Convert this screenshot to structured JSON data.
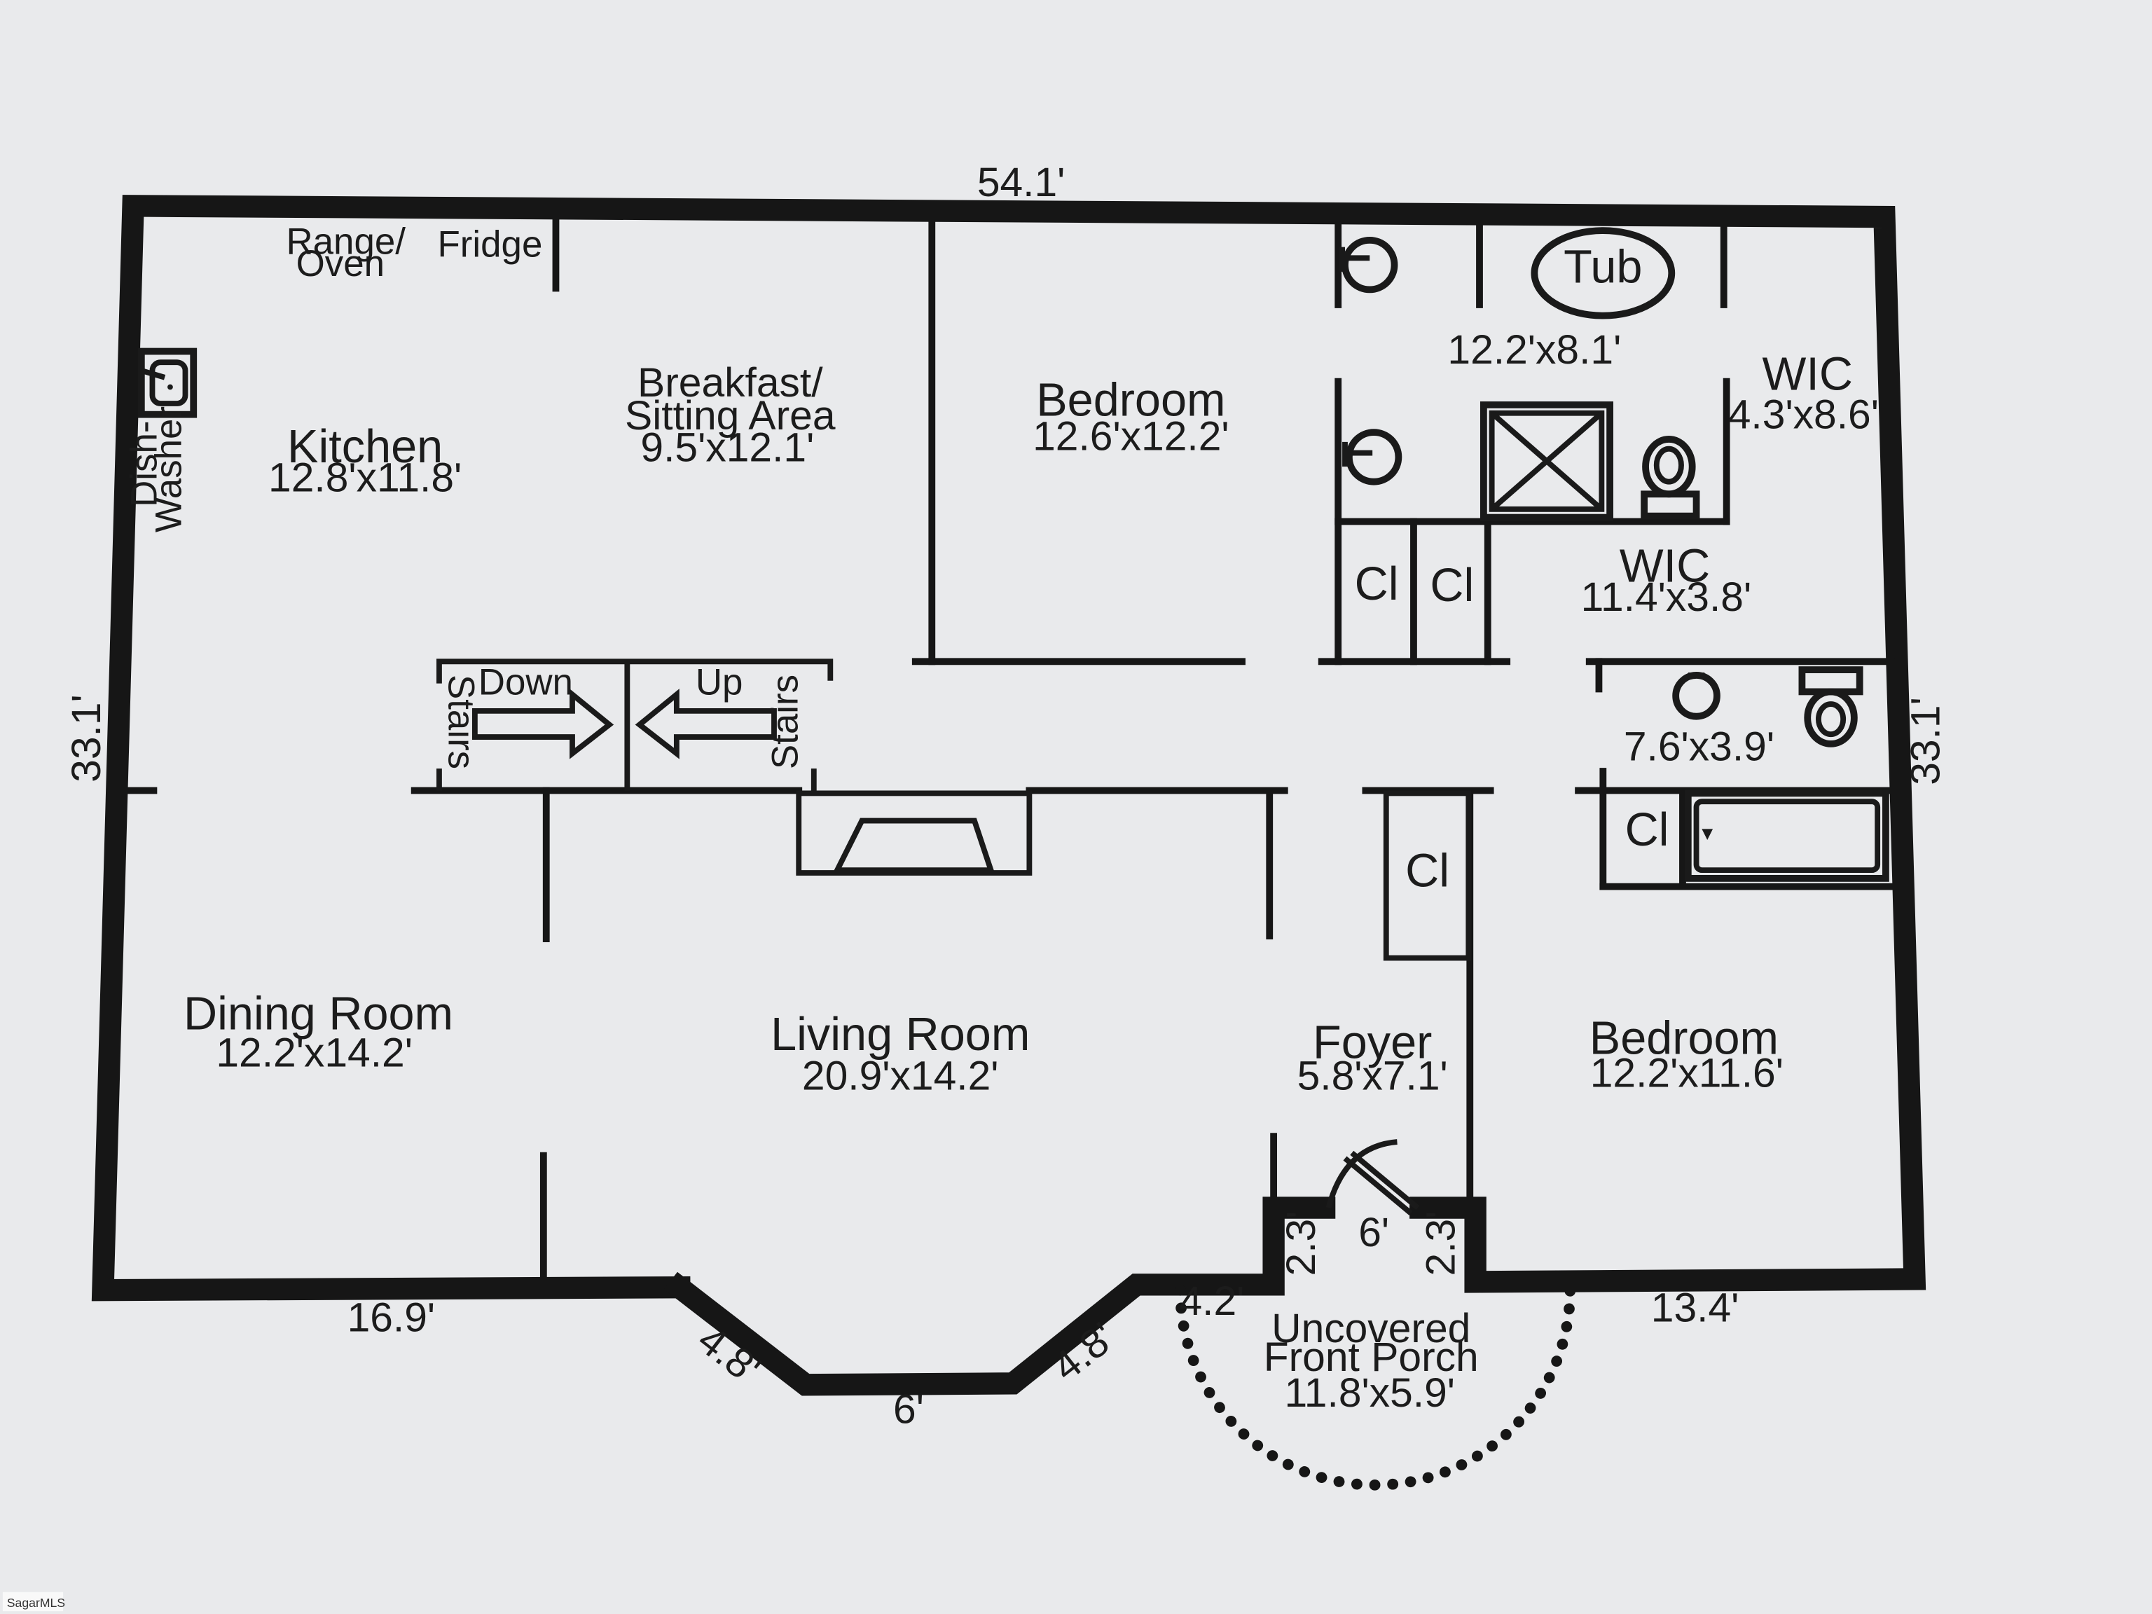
{
  "plan": {
    "dimensions": {
      "top": "54.1'",
      "left": "33.1'",
      "right": "33.1'",
      "bottom_left": "16.9'",
      "bay_left": "4.8'",
      "bay_center": "6'",
      "bay_right": "4.8'",
      "porch_side": "4.2'",
      "bottom_right": "13.4'",
      "entry_left": "2.3'",
      "entry_door": "6'",
      "entry_right": "2.3'"
    },
    "rooms": {
      "kitchen": {
        "name": "Kitchen",
        "size": "12.8'x11.8'"
      },
      "breakfast": {
        "name_line1": "Breakfast/",
        "name_line2": "Sitting Area",
        "size": "9.5'x12.1'"
      },
      "bedroom_top": {
        "name": "Bedroom",
        "size": "12.6'x12.2'"
      },
      "master_bath": {
        "size": "12.2'x8.1'"
      },
      "wic_top": {
        "name": "WIC",
        "size": "4.3'x8.6'"
      },
      "wic_mid": {
        "name": "WIC",
        "size": "11.4'x3.8'"
      },
      "bath_small": {
        "size": "7.6'x3.9'"
      },
      "dining": {
        "name": "Dining Room",
        "size": "12.2'x14.2'"
      },
      "living": {
        "name": "Living Room",
        "size": "20.9'x14.2'"
      },
      "foyer": {
        "name": "Foyer",
        "size": "5.8'x7.1'"
      },
      "bedroom_bottom": {
        "name": "Bedroom",
        "size": "12.2'x11.6'"
      },
      "porch": {
        "line1": "Uncovered",
        "line2": "Front Porch",
        "size": "11.8'x5.9'"
      }
    },
    "fixtures": {
      "range": "Range/",
      "oven": "Oven",
      "fridge": "Fridge",
      "dishwasher1": "Dish-",
      "dishwasher2": "Washer",
      "tub": "Tub",
      "closet": "Cl"
    },
    "stairs": {
      "down": "Down",
      "up": "Up",
      "stairs": "Stairs"
    }
  },
  "watermark": "SagarMLS"
}
